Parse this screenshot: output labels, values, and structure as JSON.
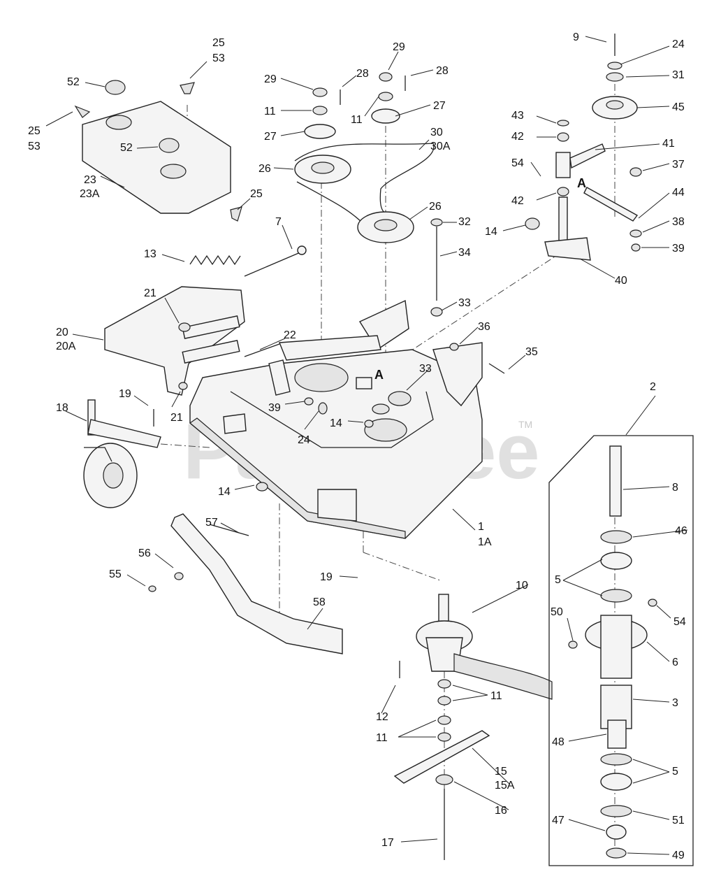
{
  "watermark": {
    "brand": "PartsTree",
    "tm": "TM"
  },
  "markers": {
    "a": "A"
  },
  "callouts": [
    {
      "id": "c9",
      "text": "9"
    },
    {
      "id": "c24a",
      "text": "24"
    },
    {
      "id": "c31",
      "text": "31"
    },
    {
      "id": "c45",
      "text": "45"
    },
    {
      "id": "c43",
      "text": "43"
    },
    {
      "id": "c42a",
      "text": "42"
    },
    {
      "id": "c41",
      "text": "41"
    },
    {
      "id": "c54a",
      "text": "54"
    },
    {
      "id": "c37",
      "text": "37"
    },
    {
      "id": "c42b",
      "text": "42"
    },
    {
      "id": "c44",
      "text": "44"
    },
    {
      "id": "c38",
      "text": "38"
    },
    {
      "id": "c39a",
      "text": "39"
    },
    {
      "id": "c40",
      "text": "40"
    },
    {
      "id": "c14a",
      "text": "14"
    },
    {
      "id": "c29a",
      "text": "29"
    },
    {
      "id": "c28a",
      "text": "28"
    },
    {
      "id": "c29b",
      "text": "29"
    },
    {
      "id": "c28b",
      "text": "28"
    },
    {
      "id": "c11a",
      "text": "11"
    },
    {
      "id": "c11b",
      "text": "11"
    },
    {
      "id": "c27a",
      "text": "27"
    },
    {
      "id": "c27b",
      "text": "27"
    },
    {
      "id": "c30",
      "text": "30"
    },
    {
      "id": "c30A",
      "text": "30A"
    },
    {
      "id": "c26a",
      "text": "26"
    },
    {
      "id": "c26b",
      "text": "26"
    },
    {
      "id": "c32",
      "text": "32"
    },
    {
      "id": "c34",
      "text": "34"
    },
    {
      "id": "c33a",
      "text": "33"
    },
    {
      "id": "c33b",
      "text": "33"
    },
    {
      "id": "c36",
      "text": "36"
    },
    {
      "id": "c35",
      "text": "35"
    },
    {
      "id": "c25a",
      "text": "25"
    },
    {
      "id": "c53a",
      "text": "53"
    },
    {
      "id": "c52a",
      "text": "52"
    },
    {
      "id": "c25b",
      "text": "25"
    },
    {
      "id": "c53b",
      "text": "53"
    },
    {
      "id": "c52b",
      "text": "52"
    },
    {
      "id": "c23",
      "text": "23"
    },
    {
      "id": "c23A",
      "text": "23A"
    },
    {
      "id": "c25c",
      "text": "25"
    },
    {
      "id": "c7",
      "text": "7"
    },
    {
      "id": "c13",
      "text": "13"
    },
    {
      "id": "c21a",
      "text": "21"
    },
    {
      "id": "c20",
      "text": "20"
    },
    {
      "id": "c20A",
      "text": "20A"
    },
    {
      "id": "c22",
      "text": "22"
    },
    {
      "id": "c21b",
      "text": "21"
    },
    {
      "id": "c19a",
      "text": "19"
    },
    {
      "id": "c18",
      "text": "18"
    },
    {
      "id": "c39b",
      "text": "39"
    },
    {
      "id": "c24b",
      "text": "24"
    },
    {
      "id": "c14b",
      "text": "14"
    },
    {
      "id": "c14c",
      "text": "14"
    },
    {
      "id": "c1",
      "text": "1"
    },
    {
      "id": "c1A",
      "text": "1A"
    },
    {
      "id": "c57",
      "text": "57"
    },
    {
      "id": "c56",
      "text": "56"
    },
    {
      "id": "c55",
      "text": "55"
    },
    {
      "id": "c19b",
      "text": "19"
    },
    {
      "id": "c58",
      "text": "58"
    },
    {
      "id": "c10",
      "text": "10"
    },
    {
      "id": "c12",
      "text": "12"
    },
    {
      "id": "c11c",
      "text": "11"
    },
    {
      "id": "c11d",
      "text": "11"
    },
    {
      "id": "c15",
      "text": "15"
    },
    {
      "id": "c15A",
      "text": "15A"
    },
    {
      "id": "c16",
      "text": "16"
    },
    {
      "id": "c17",
      "text": "17"
    },
    {
      "id": "c2",
      "text": "2"
    },
    {
      "id": "c8",
      "text": "8"
    },
    {
      "id": "c46",
      "text": "46"
    },
    {
      "id": "c5a",
      "text": "5"
    },
    {
      "id": "c50",
      "text": "50"
    },
    {
      "id": "c54b",
      "text": "54"
    },
    {
      "id": "c6",
      "text": "6"
    },
    {
      "id": "c3",
      "text": "3"
    },
    {
      "id": "c48",
      "text": "48"
    },
    {
      "id": "c5b",
      "text": "5"
    },
    {
      "id": "c47",
      "text": "47"
    },
    {
      "id": "c51",
      "text": "51"
    },
    {
      "id": "c49",
      "text": "49"
    }
  ]
}
